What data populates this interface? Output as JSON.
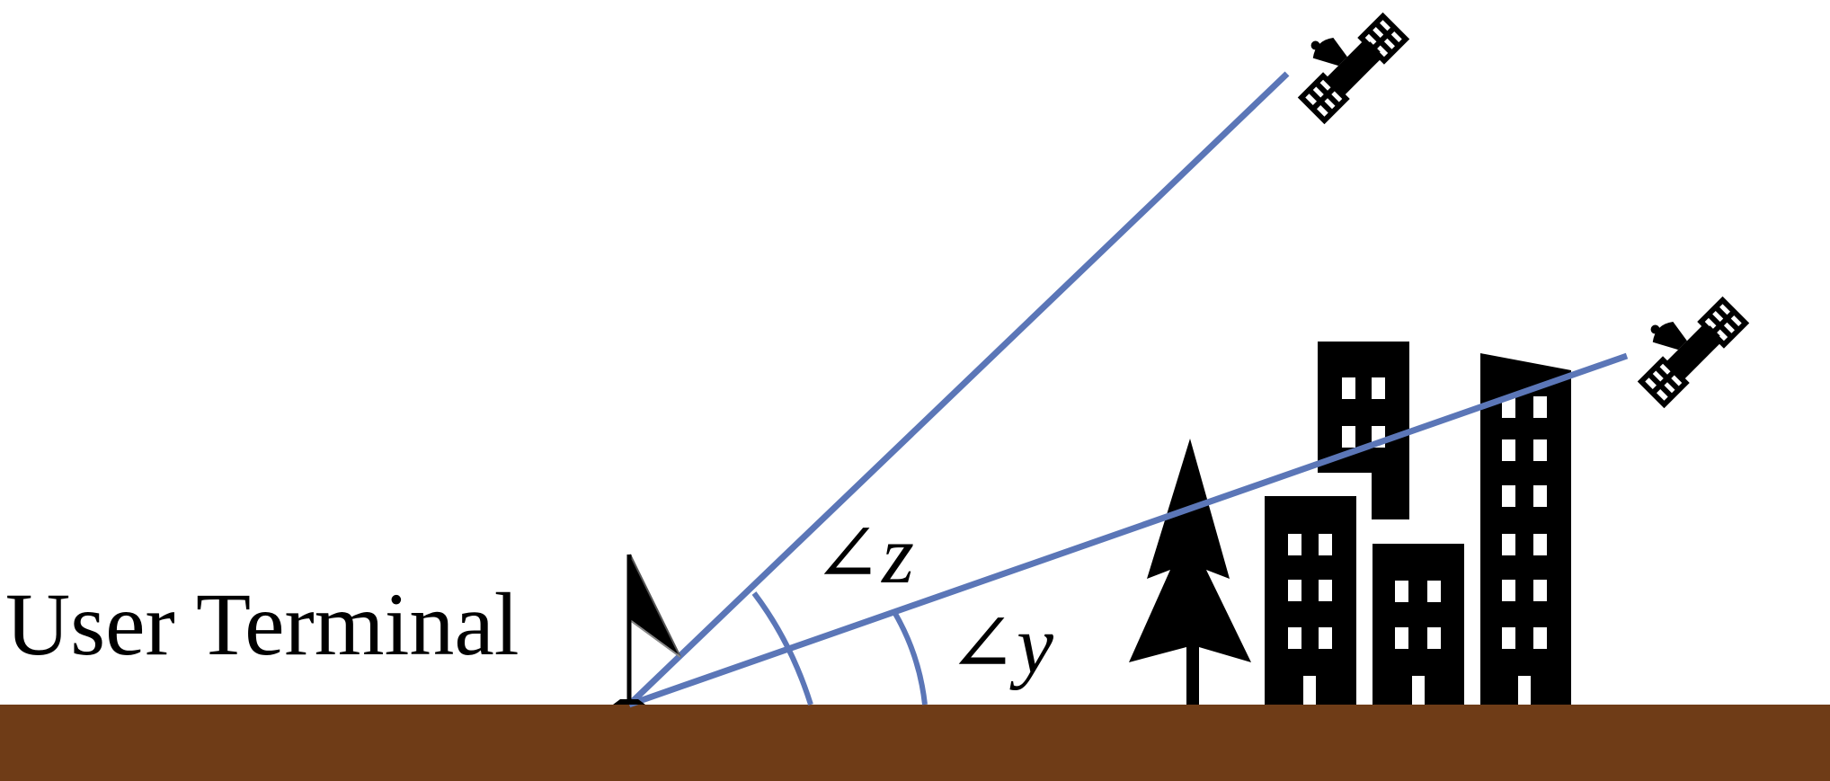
{
  "labels": {
    "user_terminal": "User Terminal",
    "angle_z": "∠z",
    "angle_y": "∠y"
  },
  "colors": {
    "ground": "#6f3c17",
    "line_of_sight": "#5b76b7",
    "silhouette": "#000000",
    "background": "#ffffff"
  },
  "elements": {
    "satellites": [
      "satellite-icon-high",
      "satellite-icon-low"
    ],
    "obstacles": [
      "tree-icon",
      "building-icons"
    ],
    "terminal": "antenna-icon"
  }
}
